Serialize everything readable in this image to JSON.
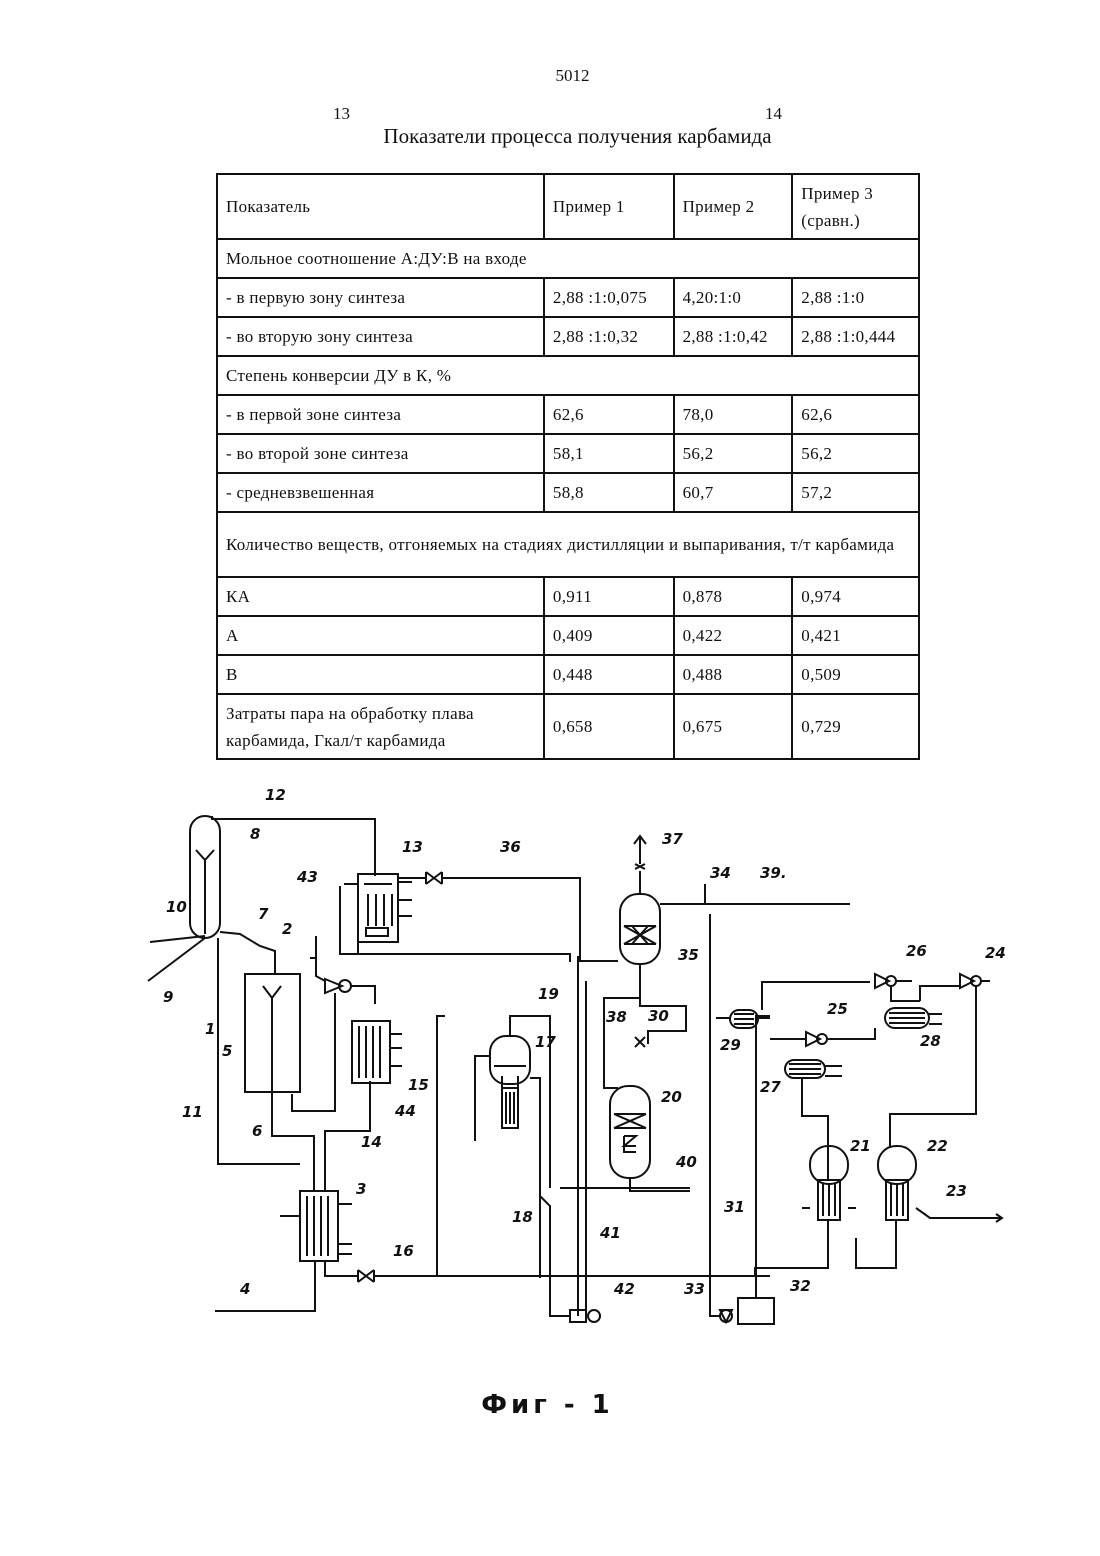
{
  "page": {
    "number": "5012",
    "column_left": "13",
    "column_right": "14"
  },
  "table": {
    "title": "Показатели процесса получения карбамида",
    "header": [
      "Показатель",
      "Пример 1",
      "Пример 2",
      "Пример 3 (сравн.)"
    ],
    "sections": [
      {
        "heading": "Мольное соотношение А:ДУ:В на входе",
        "rows": [
          [
            "- в первую зону синтеза",
            "2,88 :1:0,075",
            "4,20:1:0",
            "2,88 :1:0"
          ],
          [
            "- во вторую зону синтеза",
            "2,88 :1:0,32",
            "2,88 :1:0,42",
            "2,88 :1:0,444"
          ]
        ]
      },
      {
        "heading": "Степень конверсии ДУ в  К, %",
        "rows": [
          [
            "- в первой зоне синтеза",
            "62,6",
            "78,0",
            "62,6"
          ],
          [
            "- во второй зоне синтеза",
            "58,1",
            "56,2",
            "56,2"
          ],
          [
            "- средневзвешенная",
            "58,8",
            "60,7",
            "57,2"
          ]
        ]
      },
      {
        "heading": "Количество веществ, отгоняемых на стадиях дистилляции и выпаривания, т/т карбамида",
        "rows": [
          [
            "КА",
            "0,911",
            "0,878",
            "0,974"
          ],
          [
            "А",
            "0,409",
            "0,422",
            "0,421"
          ],
          [
            "В",
            "0,448",
            "0,488",
            "0,509"
          ],
          [
            "Затраты пара на обработку плава карбамида, Гкал/т карбамида",
            "0,658",
            "0,675",
            "0,729"
          ]
        ]
      }
    ]
  },
  "figure": {
    "caption": "Фиг - 1",
    "labels": [
      "1",
      "2",
      "3",
      "4",
      "5",
      "6",
      "7",
      "8",
      "9",
      "10",
      "11",
      "12",
      "13",
      "14",
      "15",
      "16",
      "17",
      "18",
      "19",
      "20",
      "21",
      "22",
      "23",
      "24",
      "25",
      "26",
      "27",
      "28",
      "29",
      "30",
      "31",
      "32",
      "33",
      "34",
      "35",
      "36",
      "37",
      "38",
      "39.",
      "40",
      "41",
      "42",
      "43",
      "44"
    ]
  }
}
